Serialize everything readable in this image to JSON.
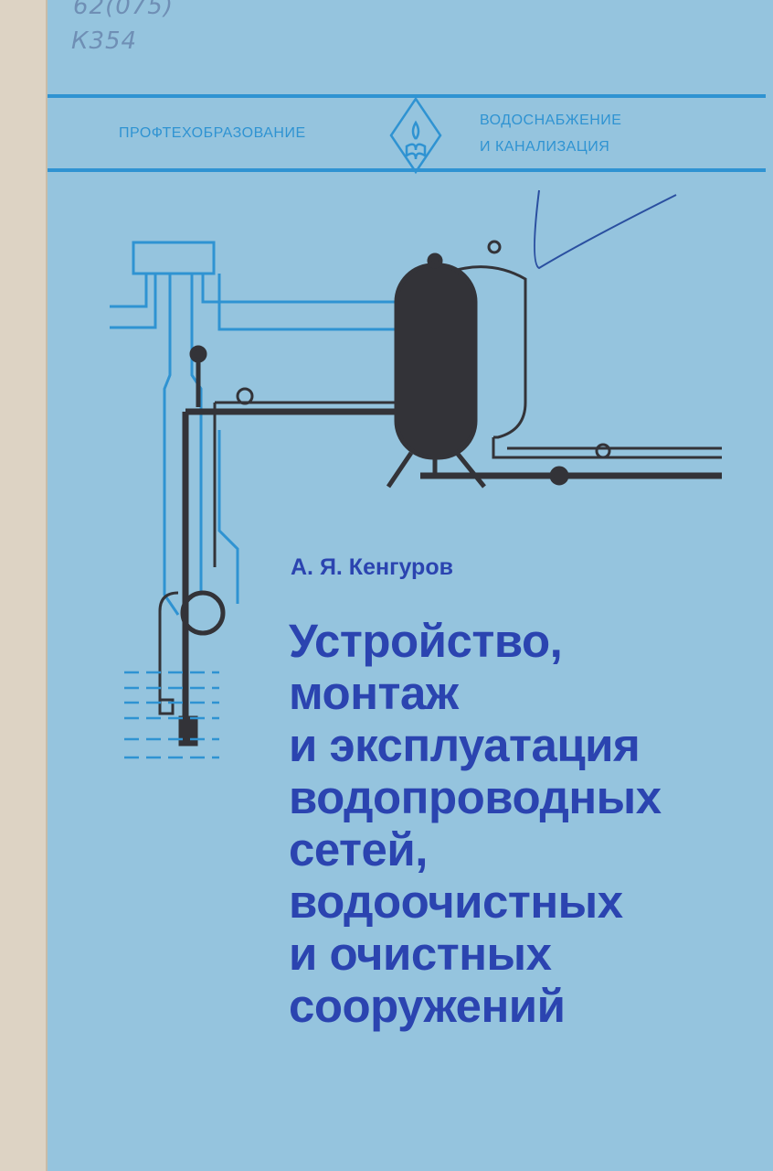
{
  "handwritten": {
    "classification": "62(075)",
    "author_mark": "К354"
  },
  "series": {
    "left": "ПРОФТЕХОБРАЗОВАНИЕ",
    "right_line1": "ВОДОСНАБЖЕНИЕ",
    "right_line2": "И КАНАЛИЗАЦИЯ",
    "emblem_icon": "book-flame-emblem-icon"
  },
  "author": "А. Я. Кенгуров",
  "title_lines": [
    "Устройство,",
    "монтаж",
    "и эксплуатация",
    "водопроводных",
    "сетей,",
    "водоочистных",
    "и очистных",
    "сооружений"
  ],
  "colors": {
    "background": "#95c4de",
    "title": "#2b44b0",
    "accent": "#2f93d2",
    "illustration": "#333338"
  }
}
